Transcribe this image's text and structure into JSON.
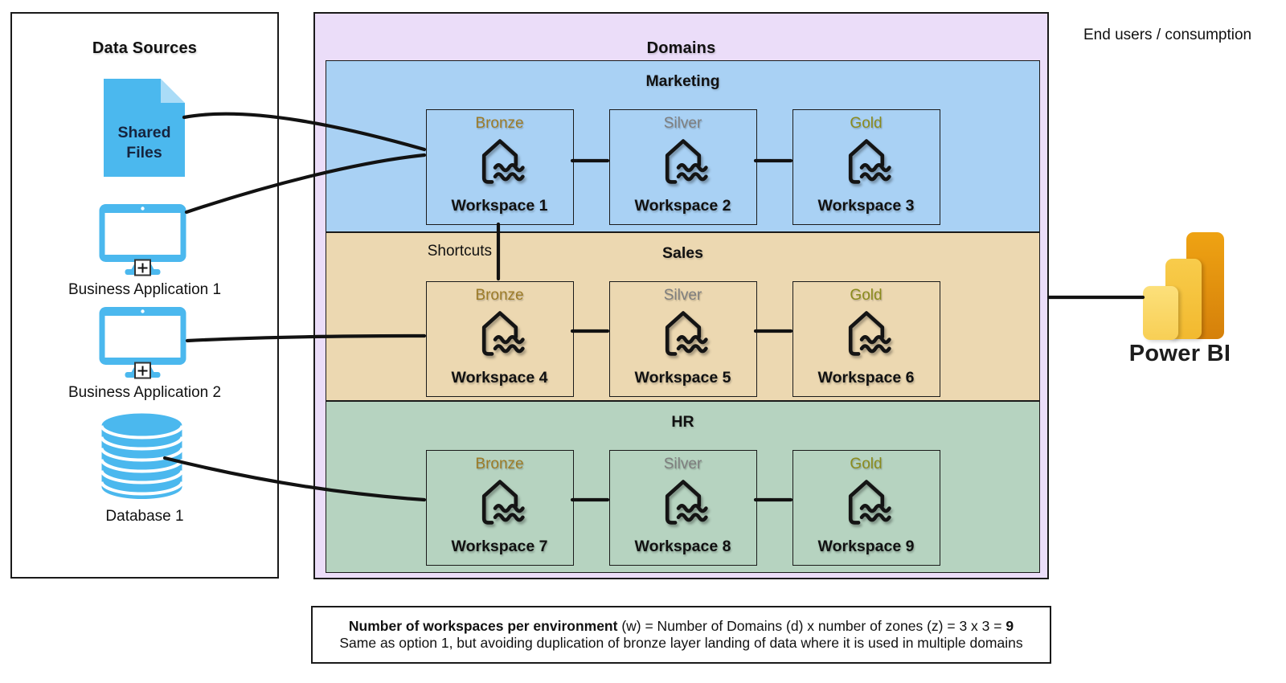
{
  "data_sources": {
    "title": "Data Sources",
    "shared_files": {
      "label": "Shared\nFiles"
    },
    "business_app_1": {
      "label": "Business Application 1"
    },
    "business_app_2": {
      "label": "Business Application 2"
    },
    "database_1": {
      "label": "Database 1"
    }
  },
  "domains": {
    "title": "Domains",
    "shortcuts_label": "Shortcuts",
    "rows": [
      {
        "name": "Marketing",
        "color": "#a9d1f4",
        "workspaces": [
          {
            "zone": "Bronze",
            "name": "Workspace 1"
          },
          {
            "zone": "Silver",
            "name": "Workspace 2"
          },
          {
            "zone": "Gold",
            "name": "Workspace 3"
          }
        ]
      },
      {
        "name": "Sales",
        "color": "#ecd8b1",
        "workspaces": [
          {
            "zone": "Bronze",
            "name": "Workspace 4"
          },
          {
            "zone": "Silver",
            "name": "Workspace 5"
          },
          {
            "zone": "Gold",
            "name": "Workspace 6"
          }
        ]
      },
      {
        "name": "HR",
        "color": "#b6d3c0",
        "workspaces": [
          {
            "zone": "Bronze",
            "name": "Workspace 7"
          },
          {
            "zone": "Silver",
            "name": "Workspace 8"
          },
          {
            "zone": "Gold",
            "name": "Workspace 9"
          }
        ]
      }
    ]
  },
  "consumption": {
    "title": "End users / consumption",
    "power_bi_label": "Power BI"
  },
  "note": {
    "line1_bold": "Number of workspaces per environment",
    "line1_mid": " (w) = Number of Domains (d) x number of zones (z) = 3 x 3 = ",
    "line1_end": "9",
    "line2": "Same as option 1, but avoiding duplication of bronze layer landing of data where it is used in multiple domains"
  },
  "colors": {
    "bronze": "#9c7b28",
    "silver": "#7e7e7e",
    "gold": "#8b8b1e",
    "source_blue": "#4bb8ee",
    "domains_bg": "#ebddf9",
    "connector": "#121212",
    "powerbi_light": "#fbdb6b",
    "powerbi_mid": "#f4c23c",
    "powerbi_dark": "#e0900d"
  }
}
